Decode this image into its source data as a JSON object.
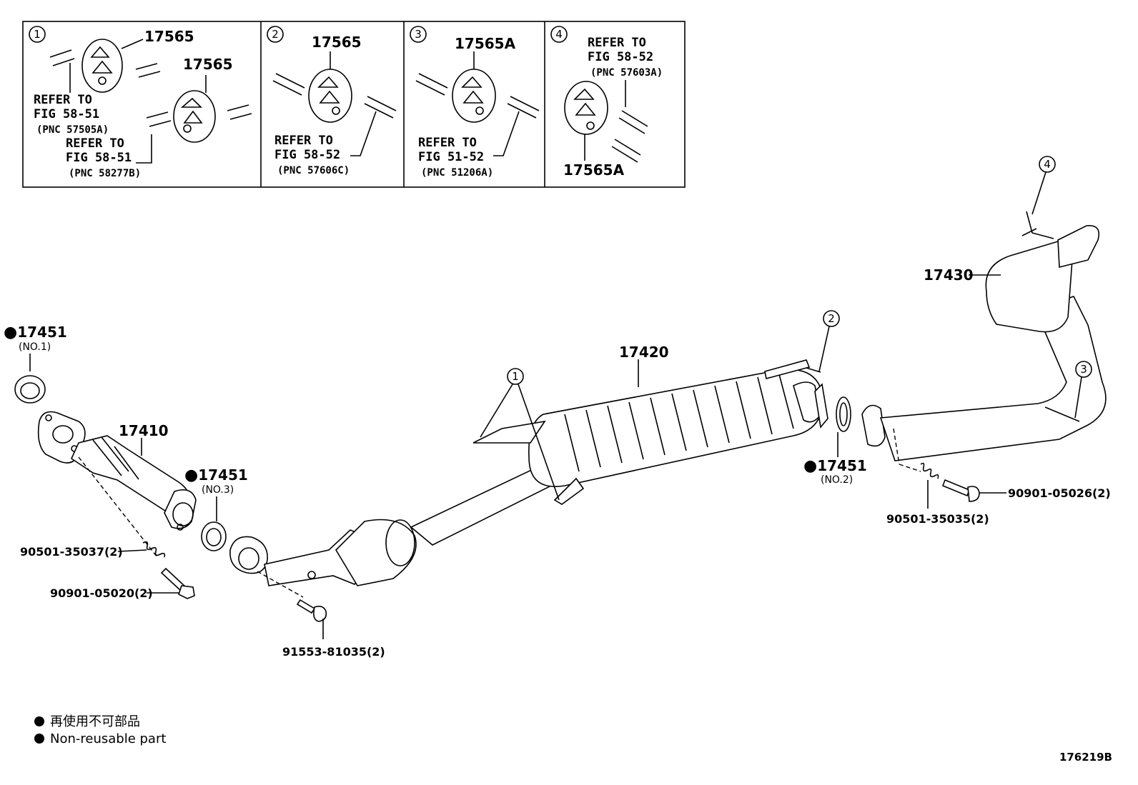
{
  "figure_id": "176219B",
  "inset_panels": [
    {
      "number": "1",
      "part_labels": [
        "17565",
        "17565"
      ],
      "refs": [
        {
          "lines": [
            "REFER TO",
            "FIG 58-51"
          ],
          "pnc": "(PNC 57505A)"
        },
        {
          "lines": [
            "REFER TO",
            "FIG 58-51"
          ],
          "pnc": "(PNC 58277B)"
        }
      ]
    },
    {
      "number": "2",
      "part_labels": [
        "17565"
      ],
      "refs": [
        {
          "lines": [
            "REFER TO",
            "FIG 58-52"
          ],
          "pnc": "(PNC 57606C)"
        }
      ]
    },
    {
      "number": "3",
      "part_labels": [
        "17565A"
      ],
      "refs": [
        {
          "lines": [
            "REFER TO",
            "FIG 51-52"
          ],
          "pnc": "(PNC 51206A)"
        }
      ]
    },
    {
      "number": "4",
      "part_labels": [
        "17565A"
      ],
      "refs": [
        {
          "lines": [
            "REFER TO",
            "FIG 58-52"
          ],
          "pnc": "(PNC 57603A)"
        }
      ]
    }
  ],
  "parts": {
    "gasket_no1": {
      "number": "17451",
      "sub": "(NO.1)",
      "non_reusable": true
    },
    "gasket_no3": {
      "number": "17451",
      "sub": "(NO.3)",
      "non_reusable": true
    },
    "gasket_no2": {
      "number": "17451",
      "sub": "(NO.2)",
      "non_reusable": true
    },
    "front_pipe": {
      "number": "17410"
    },
    "center_pipe": {
      "number": "17420"
    },
    "tail_pipe": {
      "number": "17430"
    },
    "spring_front": {
      "number": "90501-35037(2)"
    },
    "bolt_front": {
      "number": "90901-05020(2)"
    },
    "bolt_center": {
      "number": "91553-81035(2)"
    },
    "spring_rear": {
      "number": "90501-35035(2)"
    },
    "bolt_rear": {
      "number": "90901-05026(2)"
    }
  },
  "callouts": [
    "1",
    "2",
    "3",
    "4"
  ],
  "legend": {
    "items": [
      "再使用不可部品",
      "Non-reusable part"
    ]
  }
}
